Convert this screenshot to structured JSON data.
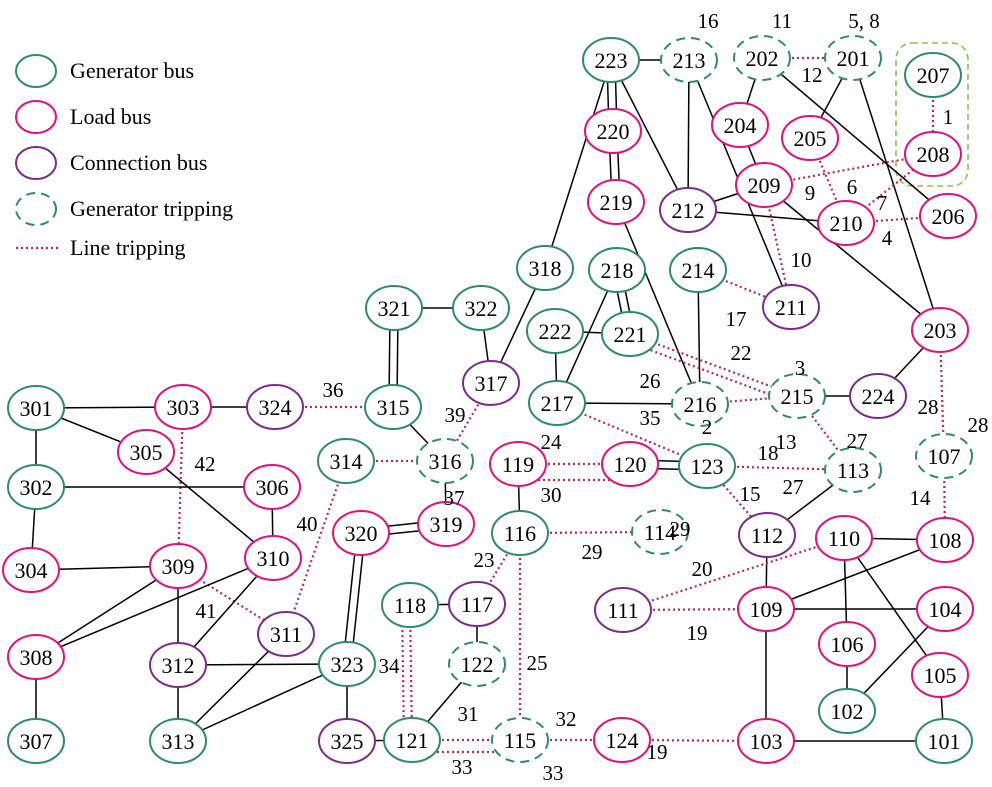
{
  "colors": {
    "generator": "#2e8b6f",
    "load": "#e0127a",
    "connection": "#7a2e8a",
    "line": "#000000",
    "tripping": "#b5285a",
    "group_box": "#8bc34a"
  },
  "legend": {
    "generator_bus": "Generator bus",
    "load_bus": "Load bus",
    "connection_bus": "Connection bus",
    "generator_tripping": "Generator tripping",
    "line_tripping": "Line tripping"
  },
  "buses": [
    {
      "id": "223",
      "label": "223",
      "type": "generator",
      "tripped": false
    },
    {
      "id": "213",
      "label": "213",
      "type": "generator",
      "tripped": true
    },
    {
      "id": "202",
      "label": "202",
      "type": "generator",
      "tripped": true
    },
    {
      "id": "201",
      "label": "201",
      "type": "generator",
      "tripped": true
    },
    {
      "id": "207",
      "label": "207",
      "type": "generator",
      "tripped": false
    },
    {
      "id": "220",
      "label": "220",
      "type": "load",
      "tripped": false
    },
    {
      "id": "204",
      "label": "204",
      "type": "load",
      "tripped": false
    },
    {
      "id": "205",
      "label": "205",
      "type": "load",
      "tripped": false
    },
    {
      "id": "208",
      "label": "208",
      "type": "load",
      "tripped": false
    },
    {
      "id": "219",
      "label": "219",
      "type": "load",
      "tripped": false
    },
    {
      "id": "212",
      "label": "212",
      "type": "connection",
      "tripped": false
    },
    {
      "id": "209",
      "label": "209",
      "type": "load",
      "tripped": false
    },
    {
      "id": "210",
      "label": "210",
      "type": "load",
      "tripped": false
    },
    {
      "id": "206",
      "label": "206",
      "type": "load",
      "tripped": false
    },
    {
      "id": "318",
      "label": "318",
      "type": "generator",
      "tripped": false
    },
    {
      "id": "218",
      "label": "218",
      "type": "generator",
      "tripped": false
    },
    {
      "id": "214",
      "label": "214",
      "type": "generator",
      "tripped": false
    },
    {
      "id": "211",
      "label": "211",
      "type": "connection",
      "tripped": false
    },
    {
      "id": "321",
      "label": "321",
      "type": "generator",
      "tripped": false
    },
    {
      "id": "322",
      "label": "322",
      "type": "generator",
      "tripped": false
    },
    {
      "id": "222",
      "label": "222",
      "type": "generator",
      "tripped": false
    },
    {
      "id": "221",
      "label": "221",
      "type": "generator",
      "tripped": false
    },
    {
      "id": "203",
      "label": "203",
      "type": "load",
      "tripped": false
    },
    {
      "id": "317",
      "label": "317",
      "type": "connection",
      "tripped": false
    },
    {
      "id": "217",
      "label": "217",
      "type": "generator",
      "tripped": false
    },
    {
      "id": "216",
      "label": "216",
      "type": "generator",
      "tripped": true
    },
    {
      "id": "215",
      "label": "215",
      "type": "generator",
      "tripped": true
    },
    {
      "id": "224",
      "label": "224",
      "type": "connection",
      "tripped": false
    },
    {
      "id": "301",
      "label": "301",
      "type": "generator",
      "tripped": false
    },
    {
      "id": "303",
      "label": "303",
      "type": "load",
      "tripped": false
    },
    {
      "id": "324",
      "label": "324",
      "type": "connection",
      "tripped": false
    },
    {
      "id": "315",
      "label": "315",
      "type": "generator",
      "tripped": false
    },
    {
      "id": "305",
      "label": "305",
      "type": "load",
      "tripped": false
    },
    {
      "id": "314",
      "label": "314",
      "type": "generator",
      "tripped": false
    },
    {
      "id": "316",
      "label": "316",
      "type": "generator",
      "tripped": true
    },
    {
      "id": "119",
      "label": "119",
      "type": "load",
      "tripped": false
    },
    {
      "id": "120",
      "label": "120",
      "type": "load",
      "tripped": false
    },
    {
      "id": "123",
      "label": "123",
      "type": "generator",
      "tripped": false
    },
    {
      "id": "113",
      "label": "113",
      "type": "generator",
      "tripped": true
    },
    {
      "id": "107",
      "label": "107",
      "type": "generator",
      "tripped": true
    },
    {
      "id": "302",
      "label": "302",
      "type": "generator",
      "tripped": false
    },
    {
      "id": "306",
      "label": "306",
      "type": "load",
      "tripped": false
    },
    {
      "id": "320",
      "label": "320",
      "type": "load",
      "tripped": false
    },
    {
      "id": "319",
      "label": "319",
      "type": "load",
      "tripped": false
    },
    {
      "id": "116",
      "label": "116",
      "type": "generator",
      "tripped": false
    },
    {
      "id": "114",
      "label": "114",
      "type": "generator",
      "tripped": true
    },
    {
      "id": "112",
      "label": "112",
      "type": "connection",
      "tripped": false
    },
    {
      "id": "110",
      "label": "110",
      "type": "load",
      "tripped": false
    },
    {
      "id": "108",
      "label": "108",
      "type": "load",
      "tripped": false
    },
    {
      "id": "304",
      "label": "304",
      "type": "load",
      "tripped": false
    },
    {
      "id": "309",
      "label": "309",
      "type": "load",
      "tripped": false
    },
    {
      "id": "310",
      "label": "310",
      "type": "load",
      "tripped": false
    },
    {
      "id": "111",
      "label": "111",
      "type": "connection",
      "tripped": false
    },
    {
      "id": "109",
      "label": "109",
      "type": "load",
      "tripped": false
    },
    {
      "id": "104",
      "label": "104",
      "type": "load",
      "tripped": false
    },
    {
      "id": "118",
      "label": "118",
      "type": "generator",
      "tripped": false
    },
    {
      "id": "117",
      "label": "117",
      "type": "connection",
      "tripped": false
    },
    {
      "id": "311",
      "label": "311",
      "type": "connection",
      "tripped": false
    },
    {
      "id": "106",
      "label": "106",
      "type": "load",
      "tripped": false
    },
    {
      "id": "308",
      "label": "308",
      "type": "load",
      "tripped": false
    },
    {
      "id": "312",
      "label": "312",
      "type": "connection",
      "tripped": false
    },
    {
      "id": "323",
      "label": "323",
      "type": "generator",
      "tripped": false
    },
    {
      "id": "122",
      "label": "122",
      "type": "generator",
      "tripped": true
    },
    {
      "id": "105",
      "label": "105",
      "type": "load",
      "tripped": false
    },
    {
      "id": "102",
      "label": "102",
      "type": "generator",
      "tripped": false
    },
    {
      "id": "307",
      "label": "307",
      "type": "generator",
      "tripped": false
    },
    {
      "id": "313",
      "label": "313",
      "type": "generator",
      "tripped": false
    },
    {
      "id": "325",
      "label": "325",
      "type": "connection",
      "tripped": false
    },
    {
      "id": "121",
      "label": "121",
      "type": "generator",
      "tripped": false
    },
    {
      "id": "115",
      "label": "115",
      "type": "generator",
      "tripped": true
    },
    {
      "id": "124",
      "label": "124",
      "type": "load",
      "tripped": false
    },
    {
      "id": "103",
      "label": "103",
      "type": "load",
      "tripped": false
    },
    {
      "id": "101",
      "label": "101",
      "type": "generator",
      "tripped": false
    }
  ],
  "lines": [
    {
      "from": "223",
      "to": "213",
      "tripped": false
    },
    {
      "from": "202",
      "to": "201",
      "tripped": true
    },
    {
      "from": "223",
      "to": "220",
      "tripped": false,
      "double": true
    },
    {
      "from": "220",
      "to": "219",
      "tripped": false,
      "double": true
    },
    {
      "from": "223",
      "to": "212",
      "tripped": false
    },
    {
      "from": "223",
      "to": "318",
      "tripped": false
    },
    {
      "from": "213",
      "to": "212",
      "tripped": false
    },
    {
      "from": "213",
      "to": "211",
      "tripped": false
    },
    {
      "from": "202",
      "to": "204",
      "tripped": false
    },
    {
      "from": "202",
      "to": "206",
      "tripped": false
    },
    {
      "from": "201",
      "to": "205",
      "tripped": false
    },
    {
      "from": "201",
      "to": "203",
      "tripped": false
    },
    {
      "from": "207",
      "to": "208",
      "tripped": true
    },
    {
      "from": "204",
      "to": "209",
      "tripped": false
    },
    {
      "from": "205",
      "to": "210",
      "tripped": true
    },
    {
      "from": "208",
      "to": "209",
      "tripped": true
    },
    {
      "from": "208",
      "to": "210",
      "tripped": true
    },
    {
      "from": "210",
      "to": "206",
      "tripped": true
    },
    {
      "from": "212",
      "to": "209",
      "tripped": false
    },
    {
      "from": "212",
      "to": "210",
      "tripped": false
    },
    {
      "from": "209",
      "to": "211",
      "tripped": true
    },
    {
      "from": "209",
      "to": "203",
      "tripped": false
    },
    {
      "from": "219",
      "to": "216",
      "tripped": false
    },
    {
      "from": "318",
      "to": "317",
      "tripped": false
    },
    {
      "from": "218",
      "to": "221",
      "tripped": false,
      "double": true
    },
    {
      "from": "218",
      "to": "217",
      "tripped": false
    },
    {
      "from": "214",
      "to": "216",
      "tripped": false
    },
    {
      "from": "214",
      "to": "211",
      "tripped": true
    },
    {
      "from": "321",
      "to": "322",
      "tripped": false
    },
    {
      "from": "321",
      "to": "315",
      "tripped": false,
      "double": true
    },
    {
      "from": "322",
      "to": "317",
      "tripped": false
    },
    {
      "from": "222",
      "to": "221",
      "tripped": false
    },
    {
      "from": "222",
      "to": "217",
      "tripped": false
    },
    {
      "from": "221",
      "to": "215",
      "tripped": true
    },
    {
      "from": "221",
      "to": "215",
      "tripped": true,
      "offset": 8
    },
    {
      "from": "203",
      "to": "224",
      "tripped": false
    },
    {
      "from": "203",
      "to": "107",
      "tripped": true
    },
    {
      "from": "217",
      "to": "216",
      "tripped": false
    },
    {
      "from": "217",
      "to": "123",
      "tripped": true
    },
    {
      "from": "216",
      "to": "215",
      "tripped": true
    },
    {
      "from": "215",
      "to": "224",
      "tripped": false
    },
    {
      "from": "215",
      "to": "113",
      "tripped": true
    },
    {
      "from": "317",
      "to": "316",
      "tripped": true
    },
    {
      "from": "301",
      "to": "303",
      "tripped": false
    },
    {
      "from": "301",
      "to": "302",
      "tripped": false
    },
    {
      "from": "301",
      "to": "305",
      "tripped": false
    },
    {
      "from": "303",
      "to": "324",
      "tripped": false
    },
    {
      "from": "303",
      "to": "309",
      "tripped": true
    },
    {
      "from": "324",
      "to": "315",
      "tripped": true
    },
    {
      "from": "315",
      "to": "316",
      "tripped": false
    },
    {
      "from": "305",
      "to": "310",
      "tripped": false
    },
    {
      "from": "314",
      "to": "316",
      "tripped": true
    },
    {
      "from": "314",
      "to": "311",
      "tripped": true
    },
    {
      "from": "316",
      "to": "319",
      "tripped": false
    },
    {
      "from": "119",
      "to": "120",
      "tripped": true
    },
    {
      "from": "119",
      "to": "120",
      "tripped": true,
      "offset": 16
    },
    {
      "from": "119",
      "to": "116",
      "tripped": false
    },
    {
      "from": "120",
      "to": "123",
      "tripped": false,
      "double": true
    },
    {
      "from": "123",
      "to": "113",
      "tripped": true
    },
    {
      "from": "123",
      "to": "112",
      "tripped": true
    },
    {
      "from": "113",
      "to": "112",
      "tripped": false
    },
    {
      "from": "107",
      "to": "108",
      "tripped": true
    },
    {
      "from": "302",
      "to": "306",
      "tripped": false
    },
    {
      "from": "302",
      "to": "304",
      "tripped": false
    },
    {
      "from": "306",
      "to": "310",
      "tripped": false
    },
    {
      "from": "320",
      "to": "319",
      "tripped": false,
      "double": true
    },
    {
      "from": "320",
      "to": "323",
      "tripped": false,
      "double": true
    },
    {
      "from": "116",
      "to": "114",
      "tripped": true
    },
    {
      "from": "116",
      "to": "117",
      "tripped": true
    },
    {
      "from": "116",
      "to": "115",
      "tripped": true
    },
    {
      "from": "112",
      "to": "109",
      "tripped": false
    },
    {
      "from": "110",
      "to": "108",
      "tripped": false
    },
    {
      "from": "110",
      "to": "111",
      "tripped": true
    },
    {
      "from": "110",
      "to": "106",
      "tripped": false
    },
    {
      "from": "110",
      "to": "105",
      "tripped": false
    },
    {
      "from": "108",
      "to": "109",
      "tripped": false
    },
    {
      "from": "304",
      "to": "309",
      "tripped": false
    },
    {
      "from": "309",
      "to": "311",
      "tripped": true
    },
    {
      "from": "309",
      "to": "312",
      "tripped": false
    },
    {
      "from": "309",
      "to": "308",
      "tripped": false
    },
    {
      "from": "310",
      "to": "308",
      "tripped": false
    },
    {
      "from": "310",
      "to": "312",
      "tripped": false
    },
    {
      "from": "111",
      "to": "109",
      "tripped": true
    },
    {
      "from": "109",
      "to": "104",
      "tripped": false
    },
    {
      "from": "109",
      "to": "103",
      "tripped": false
    },
    {
      "from": "104",
      "to": "102",
      "tripped": false
    },
    {
      "from": "118",
      "to": "117",
      "tripped": false
    },
    {
      "from": "118",
      "to": "121",
      "tripped": true
    },
    {
      "from": "118",
      "to": "121",
      "tripped": true,
      "offset": 8
    },
    {
      "from": "117",
      "to": "122",
      "tripped": false
    },
    {
      "from": "311",
      "to": "313",
      "tripped": false
    },
    {
      "from": "106",
      "to": "102",
      "tripped": false
    },
    {
      "from": "308",
      "to": "307",
      "tripped": false
    },
    {
      "from": "312",
      "to": "323",
      "tripped": false
    },
    {
      "from": "312",
      "to": "313",
      "tripped": false
    },
    {
      "from": "323",
      "to": "313",
      "tripped": false
    },
    {
      "from": "323",
      "to": "325",
      "tripped": false
    },
    {
      "from": "122",
      "to": "121",
      "tripped": false
    },
    {
      "from": "105",
      "to": "101",
      "tripped": false
    },
    {
      "from": "325",
      "to": "121",
      "tripped": false
    },
    {
      "from": "121",
      "to": "115",
      "tripped": true
    },
    {
      "from": "121",
      "to": "115",
      "tripped": true,
      "offset": 12
    },
    {
      "from": "115",
      "to": "124",
      "tripped": true
    },
    {
      "from": "124",
      "to": "103",
      "tripped": true
    },
    {
      "from": "103",
      "to": "101",
      "tripped": false
    }
  ],
  "edge_labels": [
    {
      "text": "16"
    },
    {
      "text": "11"
    },
    {
      "text": "5, 8"
    },
    {
      "text": "12"
    },
    {
      "text": "1"
    },
    {
      "text": "9"
    },
    {
      "text": "6"
    },
    {
      "text": "7"
    },
    {
      "text": "4"
    },
    {
      "text": "10"
    },
    {
      "text": "17"
    },
    {
      "text": "22"
    },
    {
      "text": "3"
    },
    {
      "text": "26"
    },
    {
      "text": "28"
    },
    {
      "text": "28"
    },
    {
      "text": "36"
    },
    {
      "text": "39"
    },
    {
      "text": "35"
    },
    {
      "text": "2"
    },
    {
      "text": "13"
    },
    {
      "text": "27"
    },
    {
      "text": "42"
    },
    {
      "text": "24"
    },
    {
      "text": "18"
    },
    {
      "text": "27"
    },
    {
      "text": "15"
    },
    {
      "text": "30"
    },
    {
      "text": "37"
    },
    {
      "text": "14"
    },
    {
      "text": "40"
    },
    {
      "text": "29"
    },
    {
      "text": "29"
    },
    {
      "text": "20"
    },
    {
      "text": "23"
    },
    {
      "text": "41"
    },
    {
      "text": "19"
    },
    {
      "text": "34"
    },
    {
      "text": "25"
    },
    {
      "text": "31"
    },
    {
      "text": "32"
    },
    {
      "text": "33"
    },
    {
      "text": "33"
    },
    {
      "text": "19"
    }
  ]
}
